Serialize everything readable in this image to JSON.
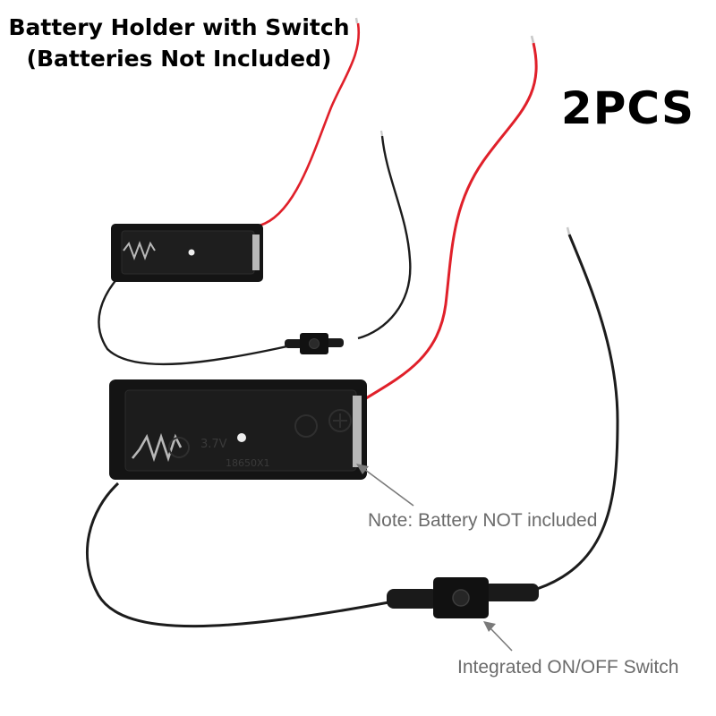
{
  "product": {
    "title_line1": "Battery Holder with Switch",
    "title_line2": "(Batteries Not Included)",
    "quantity_badge": "2PCS"
  },
  "holder": {
    "voltage_mark": "3.7V",
    "model_mark": "18650X1"
  },
  "callouts": {
    "battery_note": "Note: Battery NOT included",
    "switch_note": "Integrated ON/OFF Switch"
  },
  "colors": {
    "background": "#ffffff",
    "red_wire": "#e0202a",
    "black_wire": "#1c1c1c",
    "holder_body": "#141414",
    "callout_text": "#6b6b6b",
    "spring": "#b8b8b8"
  }
}
